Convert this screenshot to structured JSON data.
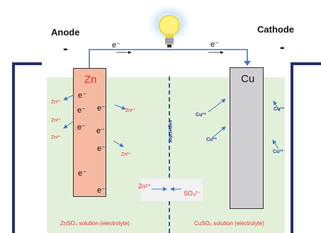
{
  "labels": {
    "anode": "Anode",
    "cathode": "Cathode",
    "anode_sign": "-",
    "cathode_sign": "-"
  },
  "wire": {
    "electron_left": "e⁻",
    "electron_right": "e⁻"
  },
  "electrodes": {
    "left": "Zn",
    "right": "Cu"
  },
  "electrons_in_zn": [
    "e⁻",
    "e⁻",
    "e⁻",
    "e⁻",
    "e⁻",
    "e⁻",
    "e⁻",
    "e⁻"
  ],
  "ions_zn_side": [
    "Zn²⁺",
    "Zn²⁺",
    "Zn²⁺",
    "Zn²⁺",
    "Zn²⁺"
  ],
  "ions_cu_side": [
    "Cu²⁺",
    "Cu²⁺",
    "Cu²⁺",
    "Cu²⁺"
  ],
  "separator": {
    "label": "separator"
  },
  "migration": {
    "cation": "Zn²⁺",
    "anion": "SO₄²⁻"
  },
  "solutions": {
    "left": "ZnSO₄ solution (electrolyte)",
    "right": "CuSO₄ solution (electrolyte)"
  },
  "colors": {
    "electrolyte": "#e3f0d9",
    "zinc": "#f6b9a1",
    "copper": "#cfcfd1",
    "beaker": "#26306a",
    "separator": "#2a5cc8",
    "arrow": "#3d79c9"
  }
}
